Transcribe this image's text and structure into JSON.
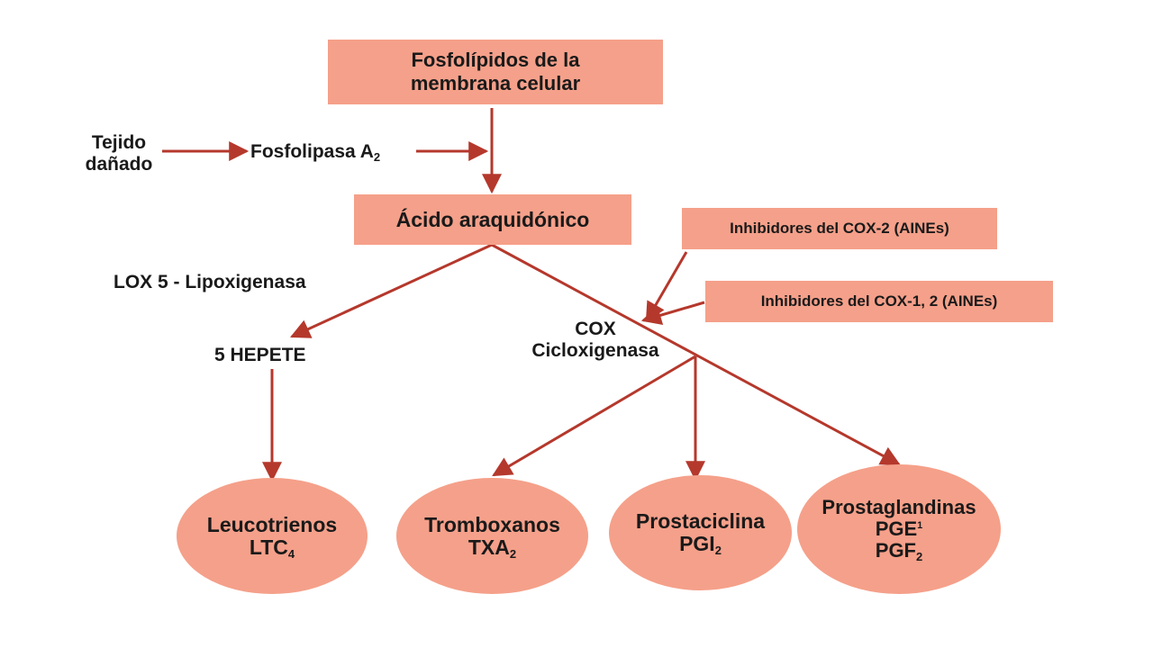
{
  "top_box": {
    "line1": "Fosfolípidos de la",
    "line2": "membrana celular"
  },
  "tejido": {
    "line1": "Tejido",
    "line2": "dañado"
  },
  "fosfolipasa": {
    "text": "Fosfolipasa A",
    "sub": "2"
  },
  "acido": {
    "text": "Ácido araquidónico"
  },
  "cox2_inhib": {
    "text": "Inhibidores del COX-2 (AINEs)"
  },
  "cox12_inhib": {
    "text": "Inhibidores del COX-1, 2 (AINEs)"
  },
  "lox": {
    "text": "LOX 5 - Lipoxigenasa"
  },
  "hepete": {
    "text": "5 HEPETE"
  },
  "cox": {
    "line1": "COX",
    "line2": "Cicloxigenasa"
  },
  "leucotrienos": {
    "name": "Leucotrienos",
    "code": "LTC",
    "sub": "4"
  },
  "tromboxanos": {
    "name": "Tromboxanos",
    "code": "TXA",
    "sub": "2"
  },
  "prostaciclina": {
    "name": "Prostaciclina",
    "code": "PGI",
    "sub": "2"
  },
  "prostaglandinas": {
    "name": "Prostaglandinas",
    "code1": "PGE",
    "sup1": "1",
    "code2": "PGF",
    "sub2": "2"
  },
  "colors": {
    "box_fill": "#f5a08a",
    "arrow": "#b5382c",
    "text": "#1a1a1a"
  }
}
